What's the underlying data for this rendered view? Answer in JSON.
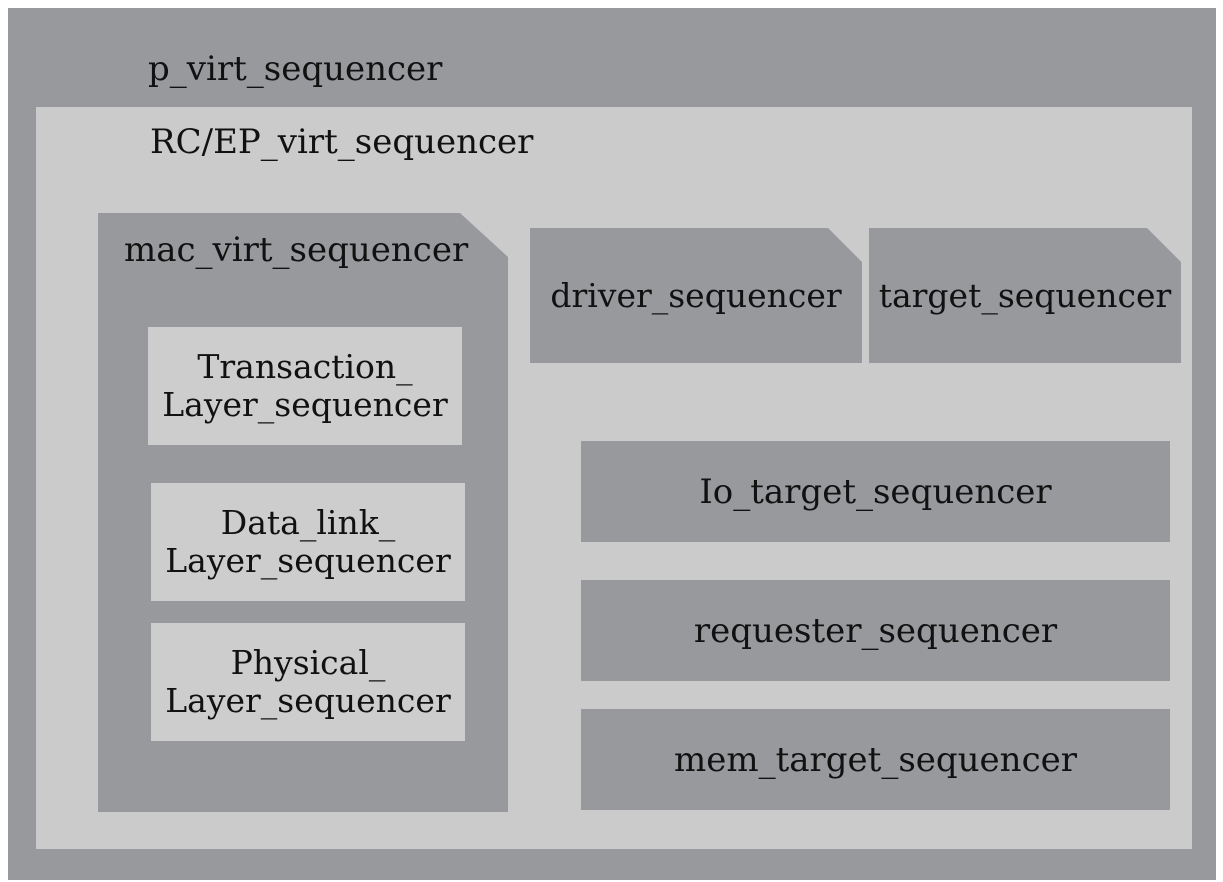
{
  "diagram": {
    "outer": {
      "label": "p_virt_sequencer"
    },
    "inner": {
      "label": "RC/EP_virt_sequencer"
    },
    "mac": {
      "label": "mac_virt_sequencer",
      "layers": [
        {
          "line1": "Transaction_",
          "line2": "Layer_sequencer"
        },
        {
          "line1": "Data_link_",
          "line2": "Layer_sequencer"
        },
        {
          "line1": "Physical_",
          "line2": "Layer_sequencer"
        }
      ]
    },
    "driver": {
      "label": "driver_sequencer"
    },
    "target": {
      "label": "target_sequencer"
    },
    "target_children": [
      {
        "label": "Io_target_sequencer"
      },
      {
        "label": "requester_sequencer"
      },
      {
        "label": "mem_target_sequencer"
      }
    ]
  },
  "colors": {
    "dark_box": "#98999d",
    "light_box": "#cbcbcb",
    "text": "#111111"
  }
}
